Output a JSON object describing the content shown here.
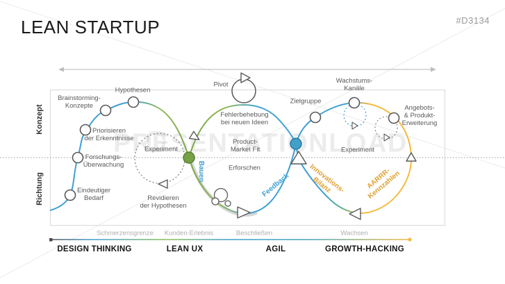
{
  "slide": {
    "title": "LEAN STARTUP",
    "code": "#D3134"
  },
  "watermark": {
    "text": "PRESENTATIONLOAD"
  },
  "axis": {
    "konzept": "Konzept",
    "richtung": "Richtung"
  },
  "labels": {
    "brainstorming": "Brainstorming-\nKonzepte",
    "hypothesen": "Hypothesen",
    "priorisieren": "Priorisieren\nder Erkenntnisse",
    "forschungs": "Forschungs-\nÜberwachung",
    "eindeutiger": "Eindeutiger\nBedarf",
    "experiment_left": "Experiment",
    "revidieren": "Revidieren\nder Hypothesen",
    "pivot": "Pivot",
    "fehlerbehebung": "Fehlerbehebung\nbei neuen Ideen",
    "product_market_fit": "Product-\nMarket Fit",
    "erforschen": "Erforschen",
    "zielgruppe": "Zielgruppe",
    "wachstums_kanaele": "Wachstums-\nKanäle",
    "experiment_right": "Experiment",
    "angebots": "Angebots-\n& Produkt-\nErweiterung"
  },
  "curve_labels": {
    "bauen": "Bauen",
    "feedback": "Feedback",
    "innovations_bilanz": "Innovations-\nBilanz",
    "aarrr_kennzahlen": "AARRR-\nKennzahlen"
  },
  "stages": {
    "schmerzensgrenze": "Schmerzensgrenze",
    "kunden_erlebnis": "Kunden-Erlebnis",
    "beschliessen": "Beschließen",
    "wachsen": "Wachsen"
  },
  "phases": {
    "design_thinking": "DESIGN THINKING",
    "lean_ux": "LEAN UX",
    "agil": "AGIL",
    "growth_hacking": "GROWTH-HACKING"
  },
  "colors": {
    "blue": "#3E9FD2",
    "green": "#8FBC55",
    "yellow": "#F3BA3C",
    "orange_text": "#DFA032",
    "node_green": "#76A145",
    "node_blue": "#42A0C8",
    "gray_stroke": "#595959"
  }
}
